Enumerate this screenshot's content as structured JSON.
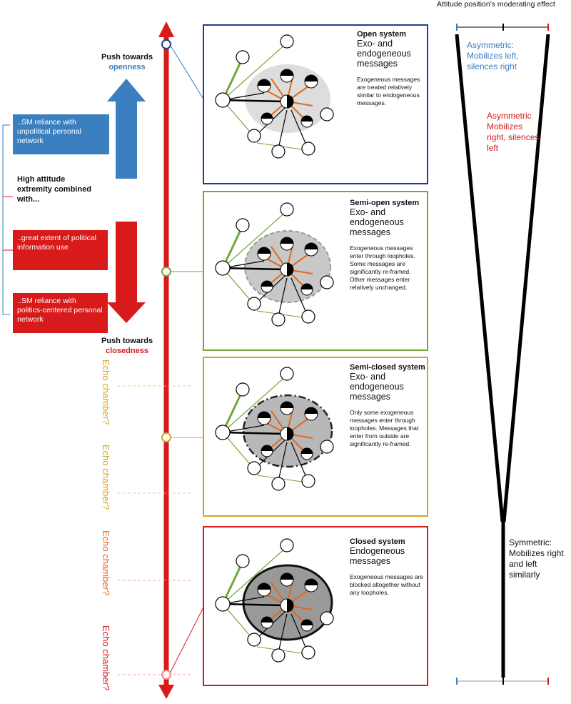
{
  "left": {
    "push_open_line1": "Push towards",
    "push_open_line2": "openness",
    "box_unpolitical": "..SM reliance with unpolitical personal network",
    "high_extremity": "High attitude extremity combined with...",
    "box_political_info": "..great extent of political information use",
    "box_politics_network": "..SM reliance with politics-centered personal network",
    "push_closed_line1": "Push towards",
    "push_closed_line2": "closedness",
    "echo_labels": [
      "Echo chamber?",
      "Echo chamber?",
      "Echo chamber?",
      "Echo chamber?"
    ]
  },
  "panels": [
    {
      "title": "Open system",
      "sub": "Exo- and endogeneous messages",
      "desc": "Exogeneous messages are treated relatively similar to endogeneous messages."
    },
    {
      "title": "Semi-open system",
      "sub": "Exo- and endogeneous messages",
      "desc": "Exogeneous messages enter through loopholes. Some messages are significantly re-framed. Other messages enter relatively unchanged."
    },
    {
      "title": "Semi-closed system",
      "sub": "Exo- and endogeneous messages",
      "desc": "Only some exogeneous messages enter through loopholes. Messages that enter from outside are significantly re-framed."
    },
    {
      "title": "Closed system",
      "sub": "Endogeneous messages",
      "desc": "Exogeneous messages are blocked altogether without any loopholes."
    }
  ],
  "right": {
    "header": "Attitude position's moderating effect",
    "asym_left": "Asymmetric: Mobilizes left, silences right",
    "asym_right": "Asymmetric Mobilizes right, silences left",
    "symmetric": "Symmetric: Mobilizes right and left similarly"
  },
  "colors": {
    "red": "#d81a1a",
    "blue": "#3b7fc0",
    "green": "#70a83a",
    "gold": "#d4a520",
    "navy": "#1f3d8c",
    "orange": "#e06a1c"
  }
}
